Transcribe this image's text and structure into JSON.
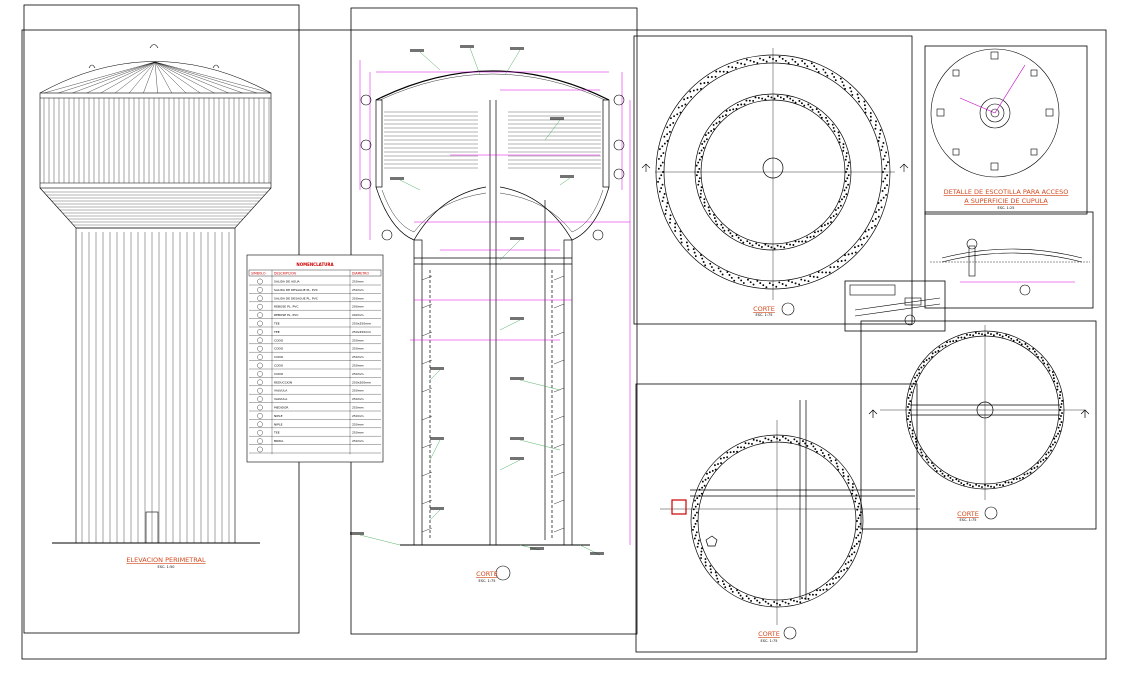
{
  "sheet": {
    "elevation_title": "ELEVACION PERIMETRAL",
    "elevation_scale": "ESC. 1:50",
    "section_title": "CORTE",
    "section_scale": "ESC. 1:75",
    "plan_top_title": "CORTE",
    "plan_top_scale": "ESC. 1:75",
    "plan_bottom_title": "CORTE",
    "plan_bottom_scale": "ESC. 1:75",
    "plan_right_title": "CORTE",
    "plan_right_scale": "ESC. 1:75",
    "hatch_detail_title_line1": "DETALLE DE ESCOTILLA PARA ACCESO",
    "hatch_detail_title_line2": "A SUPERFICIE DE CUPULA",
    "hatch_detail_scale": "ESC. 1:25"
  },
  "legend": {
    "title": "NOMENCLATURA",
    "headers": [
      "SIMBOLO",
      "DESCRIPCION",
      "DIAMETRO"
    ],
    "rows": [
      {
        "desc": "SALIDA DE AGUA",
        "dia": "250mm"
      },
      {
        "desc": "SALIDA DE DESAGUE PL. PVC",
        "dia": "250mm"
      },
      {
        "desc": "SALIDA DE DESAGUE PL. PVC",
        "dia": "250mm"
      },
      {
        "desc": "REBOSE PL. PVC",
        "dia": "200mm"
      },
      {
        "desc": "REBOSE PL. PVC",
        "dia": "200mm"
      },
      {
        "desc": "TEE",
        "dia": "250x250mm"
      },
      {
        "desc": "TEE",
        "dia": "250x250mm"
      },
      {
        "desc": "CODO",
        "dia": "250mm"
      },
      {
        "desc": "CODO",
        "dia": "250mm"
      },
      {
        "desc": "CODO",
        "dia": "250mm"
      },
      {
        "desc": "CODO",
        "dia": "250mm"
      },
      {
        "desc": "CODO",
        "dia": "250mm"
      },
      {
        "desc": "REDUCCION",
        "dia": "250x200mm"
      },
      {
        "desc": "VALVULA",
        "dia": "250mm"
      },
      {
        "desc": "VALVULA",
        "dia": "250mm"
      },
      {
        "desc": "MEDIDOR",
        "dia": "250mm"
      },
      {
        "desc": "NIPLE",
        "dia": "250mm"
      },
      {
        "desc": "NIPLE",
        "dia": "250mm"
      },
      {
        "desc": "TEE",
        "dia": "250mm"
      },
      {
        "desc": "BRIDA",
        "dia": "250mm"
      },
      {
        "desc": "",
        "dia": ""
      }
    ]
  },
  "colors": {
    "line": "#000000",
    "dimension": "#e000e0",
    "title": "#d24a1e",
    "legend_header": "#cc0000",
    "dashed": "#b0b0b0"
  }
}
